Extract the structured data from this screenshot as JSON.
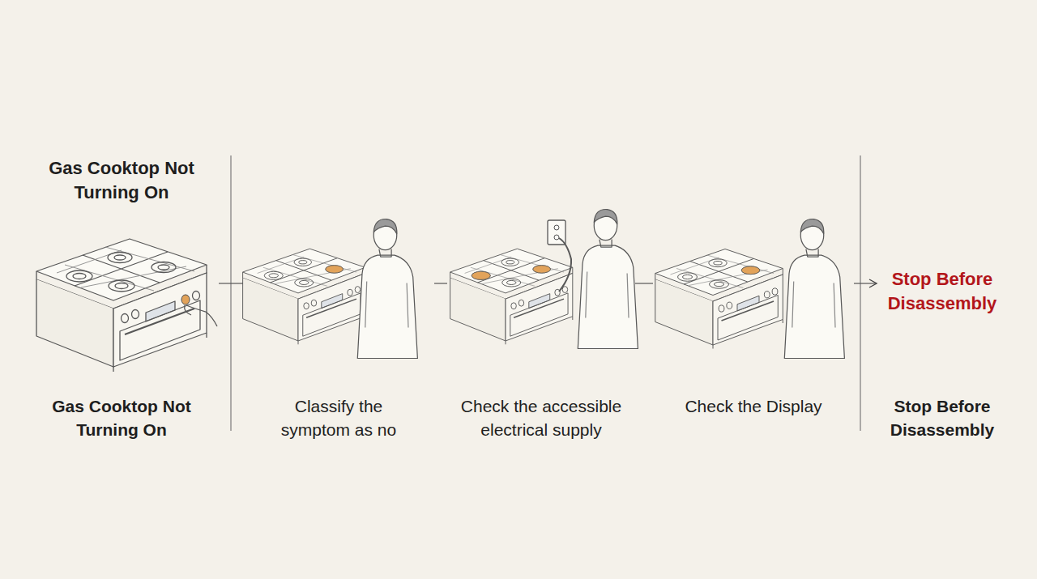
{
  "diagram": {
    "nodes": [
      {
        "text": [
          "Gas Cooktop Not Turning On",
          "Gas Cooktop Not Turning On"
        ]
      },
      {
        "text": [
          "Classify the symptom as no"
        ]
      },
      {
        "text": [
          "Check the accessible electrical supply"
        ]
      },
      {
        "text": [
          "Check the Display"
        ]
      },
      {
        "text": [
          "Stop Before Disassembly",
          "Stop Before Disassembly"
        ]
      }
    ],
    "edges": [
      {
        "from": 0,
        "to": 1,
        "arrow": "none"
      },
      {
        "from": 1,
        "to": 2,
        "arrow": "none"
      },
      {
        "from": 2,
        "to": 3,
        "arrow": "none"
      },
      {
        "from": 3,
        "to": 4,
        "arrow": "to"
      }
    ]
  }
}
